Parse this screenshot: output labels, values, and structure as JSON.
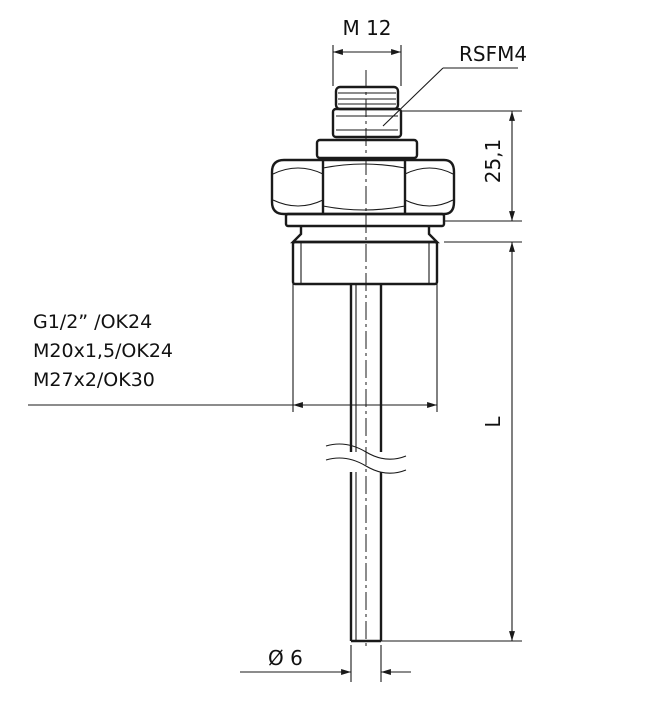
{
  "labels": {
    "thread_top": "M 12",
    "sensor_ref": "RSFM4",
    "height_dim": "25,1",
    "length_dim": "L",
    "diameter_dim": "Ø 6",
    "process_thread_1": "G1/2” /OK24",
    "process_thread_2": "M20x1,5/OK24",
    "process_thread_3": "M27x2/OK30"
  }
}
